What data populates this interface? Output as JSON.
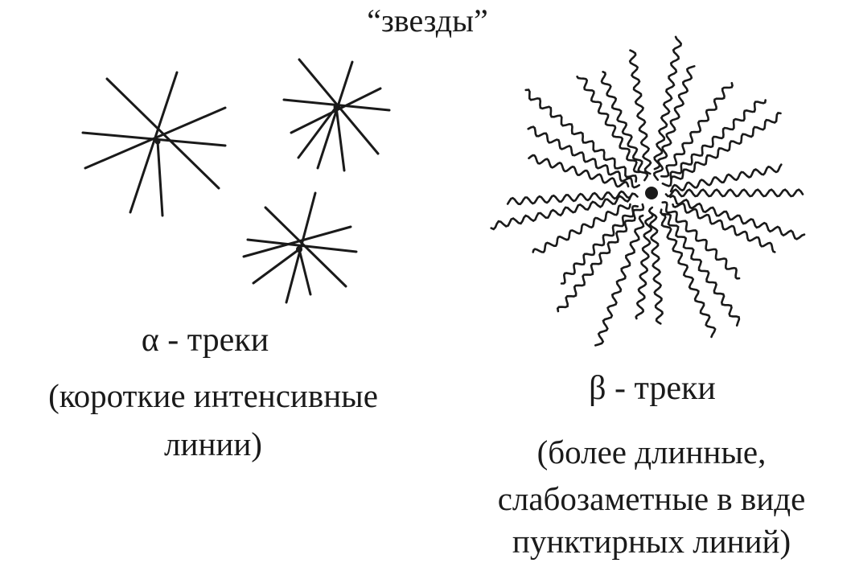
{
  "title": "“звезды”",
  "alpha": {
    "heading": "α - треки",
    "desc_line1": "(короткие интенсивные",
    "desc_line2": "линии)"
  },
  "beta": {
    "heading": "β - треки",
    "desc_line1": "(более длинные,",
    "desc_line2": "слабозаметные в виде",
    "desc_line3": "пунктирных линий)"
  },
  "colors": {
    "ink": "#1a1a1a",
    "background": "#ffffff"
  }
}
